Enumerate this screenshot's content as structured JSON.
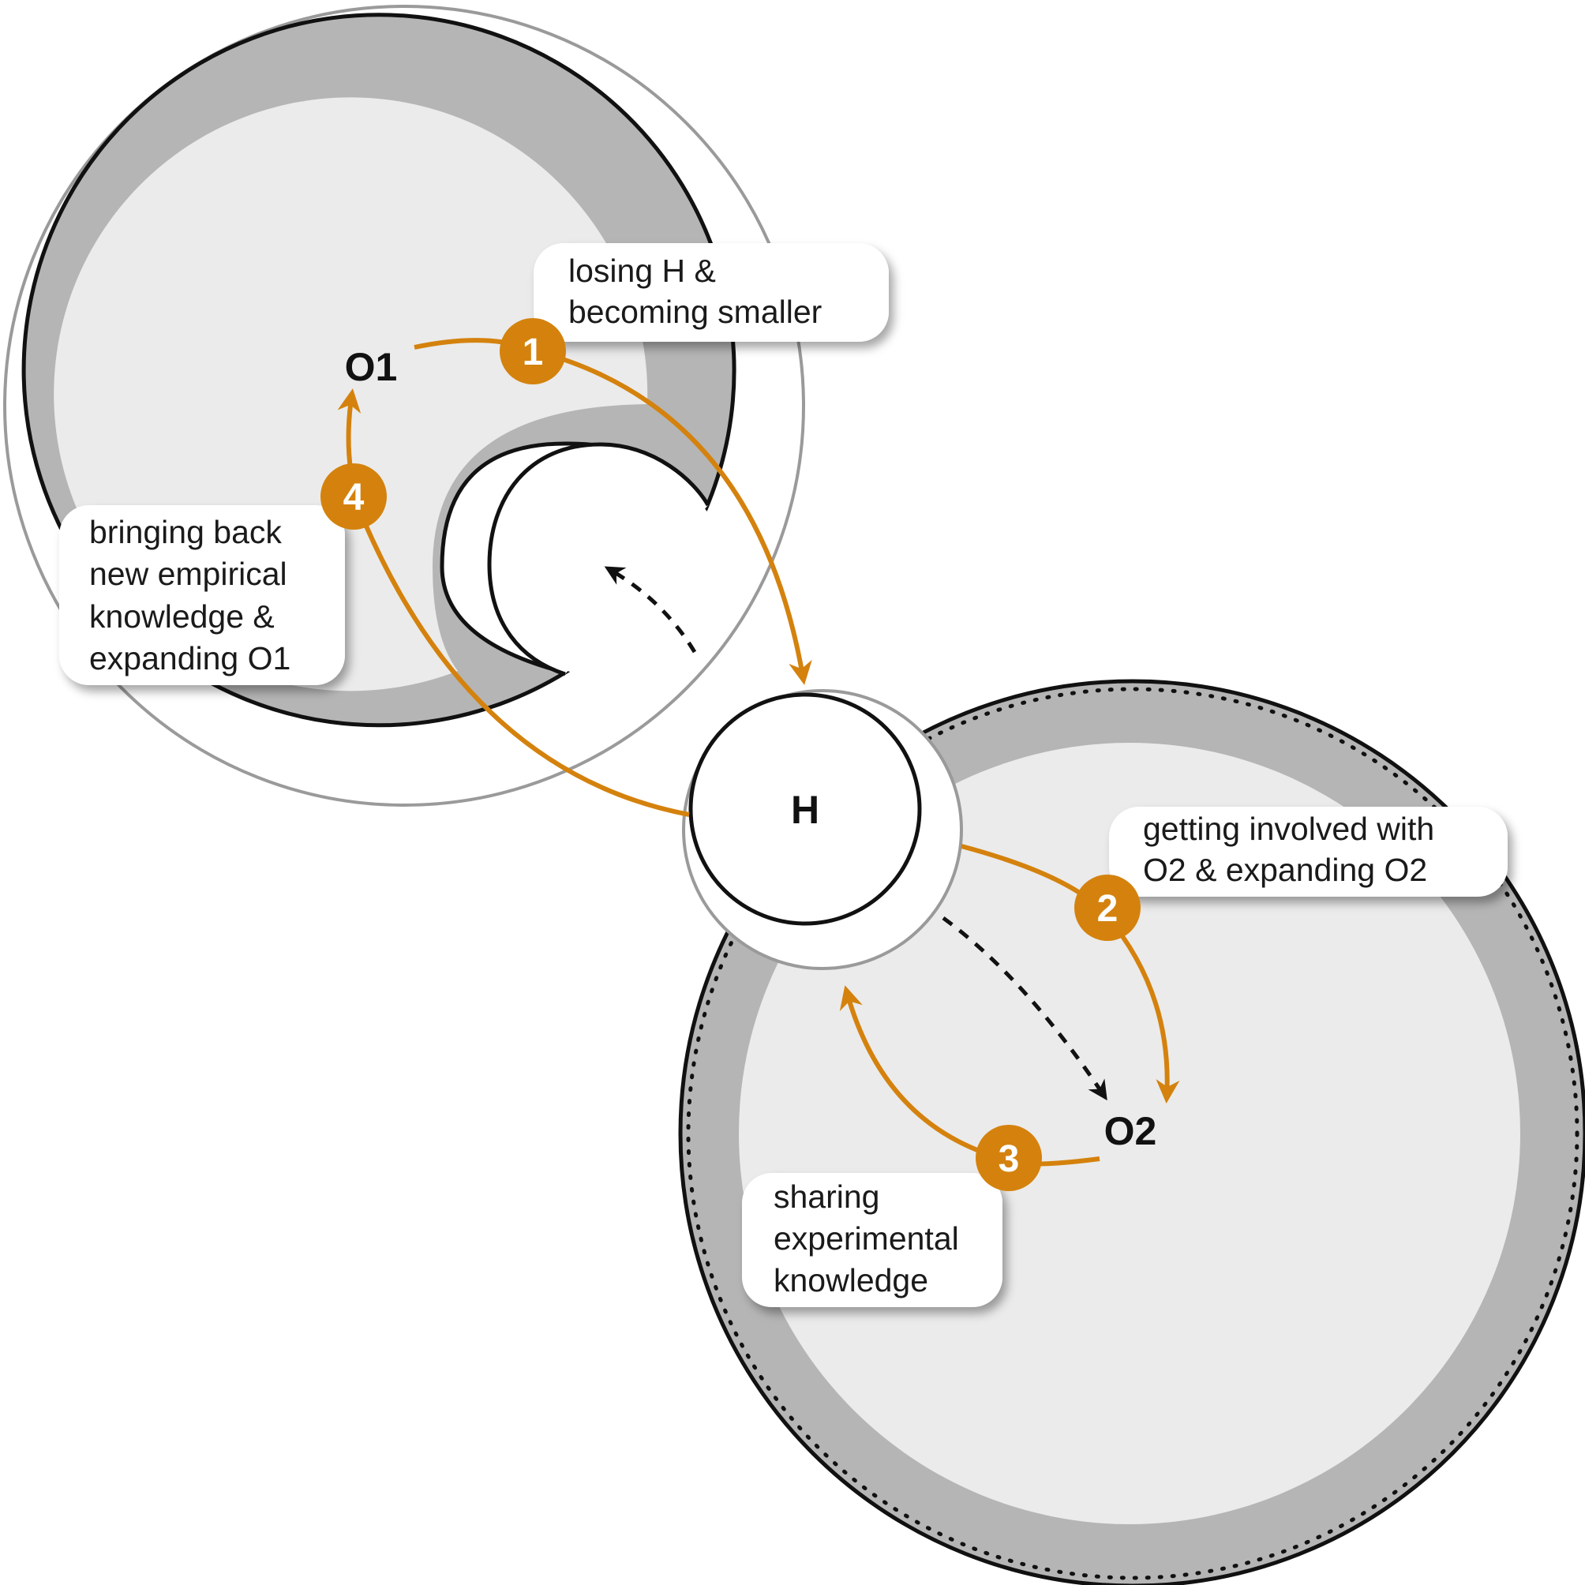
{
  "colors": {
    "ring": "#b5b5b5",
    "fill": "#ebebeb",
    "outline": "#111111",
    "ghost_outline": "#9a9a9a",
    "accent": "#d4820d",
    "box_bg": "#ffffff",
    "text": "#1a1a1a"
  },
  "nodes": {
    "o1": "O1",
    "o2": "O2",
    "h": "H"
  },
  "steps": [
    {
      "number": "1",
      "lines": [
        "losing H &",
        "becoming smaller"
      ]
    },
    {
      "number": "2",
      "lines": [
        "getting involved with",
        "O2 & expanding O2"
      ]
    },
    {
      "number": "3",
      "lines": [
        "sharing",
        "experimental",
        "knowledge"
      ]
    },
    {
      "number": "4",
      "lines": [
        "bringing back",
        "new empirical",
        "knowledge &",
        "expanding O1"
      ]
    }
  ]
}
